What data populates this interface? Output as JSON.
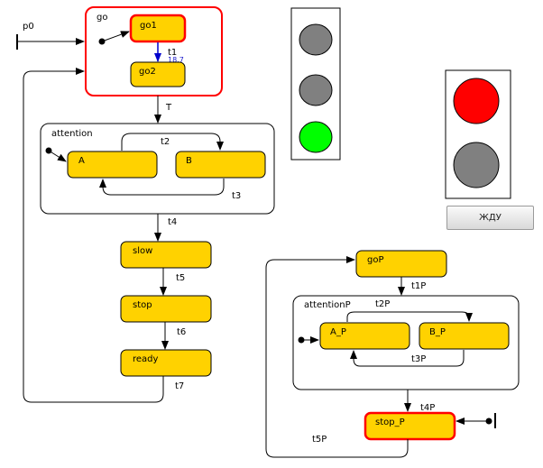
{
  "pseudostates": {
    "p0": "p0"
  },
  "composites": {
    "go": "go",
    "attention": "attention",
    "attentionP": "attentionP"
  },
  "states": {
    "go1": "go1",
    "go2": "go2",
    "A": "A",
    "B": "B",
    "slow": "slow",
    "stop": "stop",
    "ready": "ready",
    "goP": "goP",
    "A_P": "A_P",
    "B_P": "B_P",
    "stop_P": "stop_P"
  },
  "transitions": {
    "t1": "t1",
    "t1_timer": "18.7",
    "T": "T",
    "t2": "t2",
    "t3": "t3",
    "t4": "t4",
    "t5": "t5",
    "t6": "t6",
    "t7": "t7",
    "t1P": "t1P",
    "t2P": "t2P",
    "t3P": "t3P",
    "t4P": "t4P",
    "t5P": "t5P"
  },
  "colors": {
    "state_fill": "#FFD200",
    "active_outline": "#FF0000",
    "light_off": "#808080",
    "car_green_on": "#00FF00",
    "ped_red_on": "#FF0000",
    "transition_active": "#0000CC"
  },
  "car_light": {
    "red": "off",
    "yellow": "off",
    "green": "on"
  },
  "pedestrian_light": {
    "red": "on",
    "green": "off"
  },
  "button": {
    "label": "ЖДУ"
  }
}
